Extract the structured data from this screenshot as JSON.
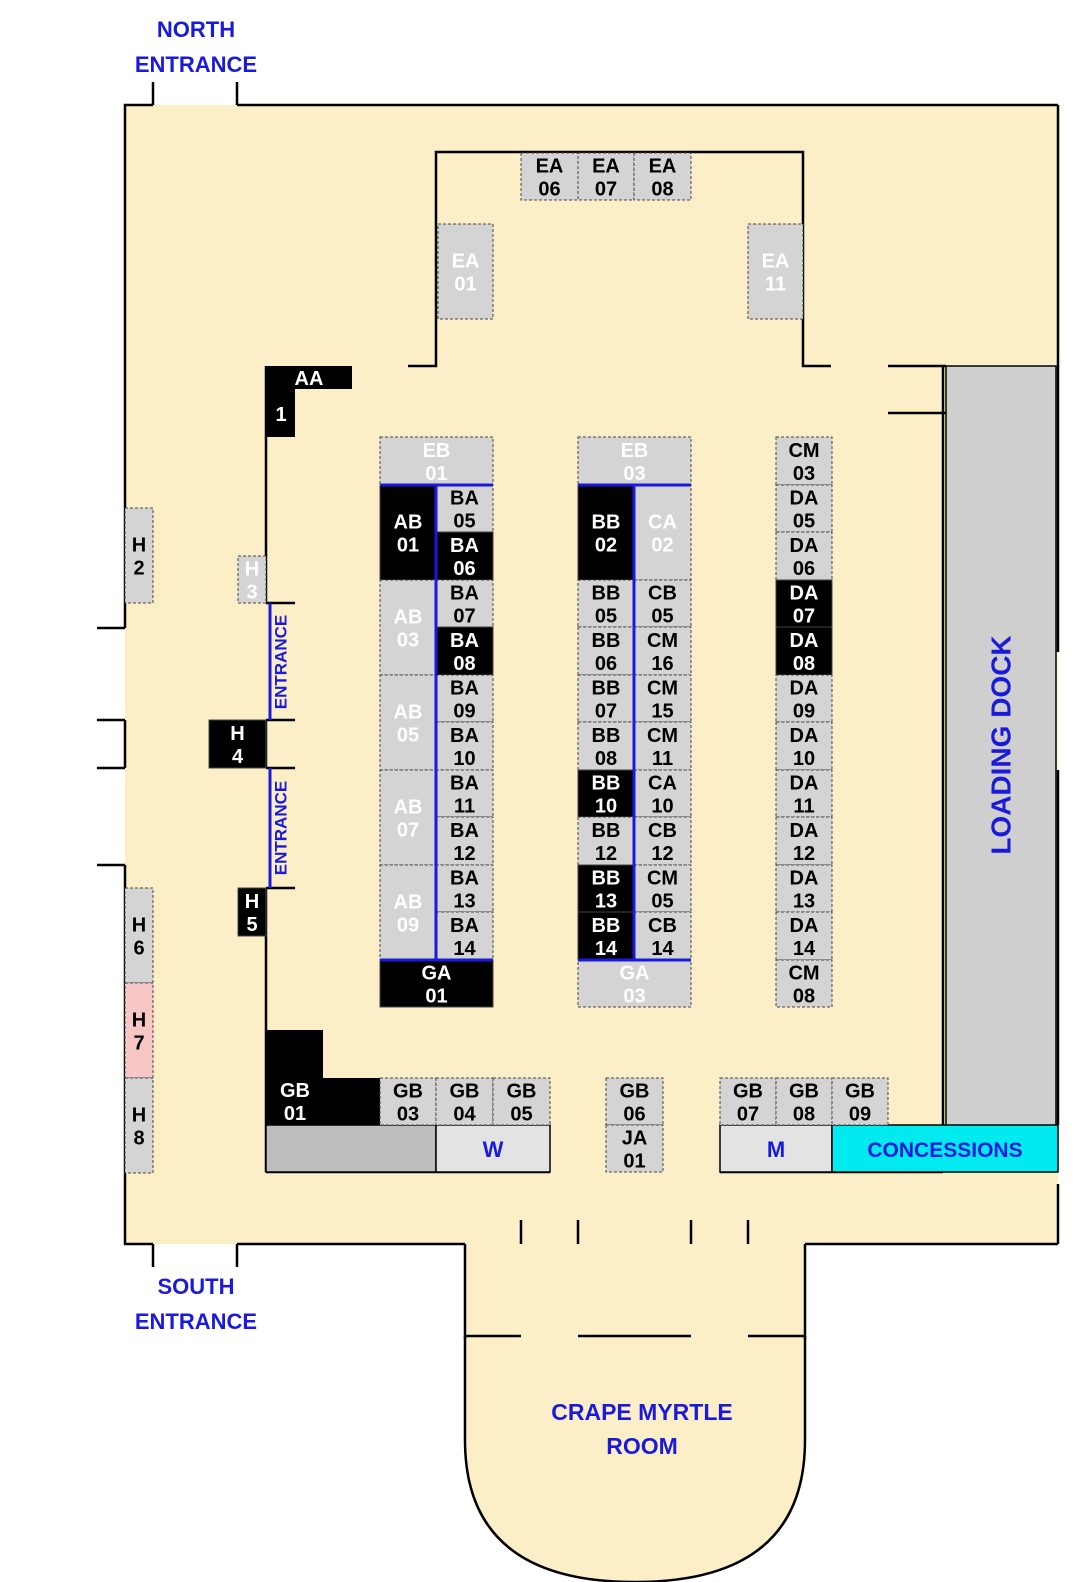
{
  "labels": {
    "north_entrance": [
      "NORTH",
      "ENTRANCE"
    ],
    "south_entrance": [
      "SOUTH",
      "ENTRANCE"
    ],
    "entrance_upper": "ENTRANCE",
    "entrance_lower": "ENTRANCE",
    "loading_dock": "LOADING DOCK",
    "concessions": "CONCESSIONS",
    "w": "W",
    "m": "M",
    "crape_myrtle": [
      "CRAPE MYRTLE",
      "ROOM"
    ]
  },
  "colors": {
    "floor": "#fcefc7",
    "booth_gray": "#d4d4d4",
    "booth_black": "#000000",
    "booth_pink": "#f7c6c6",
    "dock": "#cfcfcf",
    "concessions": "#00eaf0",
    "label_blue": "#1a1adb"
  },
  "booths": [
    {
      "id": "EA06",
      "lines": [
        "EA",
        "06"
      ],
      "style": "gray"
    },
    {
      "id": "EA07",
      "lines": [
        "EA",
        "07"
      ],
      "style": "gray"
    },
    {
      "id": "EA08",
      "lines": [
        "EA",
        "08"
      ],
      "style": "gray"
    },
    {
      "id": "EA01",
      "lines": [
        "EA",
        "01"
      ],
      "style": "gray-faded"
    },
    {
      "id": "EA11",
      "lines": [
        "EA",
        "11"
      ],
      "style": "gray-faded"
    },
    {
      "id": "AA1",
      "lines": [
        "AA",
        "1"
      ],
      "style": "black"
    },
    {
      "id": "EB01",
      "lines": [
        "EB",
        "01"
      ],
      "style": "gray-faded"
    },
    {
      "id": "EB03",
      "lines": [
        "EB",
        "03"
      ],
      "style": "gray-faded"
    },
    {
      "id": "CM03",
      "lines": [
        "CM",
        "03"
      ],
      "style": "gray"
    },
    {
      "id": "AB01",
      "lines": [
        "AB",
        "01"
      ],
      "style": "black"
    },
    {
      "id": "BA05",
      "lines": [
        "BA",
        "05"
      ],
      "style": "gray"
    },
    {
      "id": "BA06",
      "lines": [
        "BA",
        "06"
      ],
      "style": "black"
    },
    {
      "id": "AB03",
      "lines": [
        "AB",
        "03"
      ],
      "style": "gray-faded"
    },
    {
      "id": "BA07",
      "lines": [
        "BA",
        "07"
      ],
      "style": "gray"
    },
    {
      "id": "BA08",
      "lines": [
        "BA",
        "08"
      ],
      "style": "black"
    },
    {
      "id": "AB05",
      "lines": [
        "AB",
        "05"
      ],
      "style": "gray-faded"
    },
    {
      "id": "BA09",
      "lines": [
        "BA",
        "09"
      ],
      "style": "gray"
    },
    {
      "id": "BA10",
      "lines": [
        "BA",
        "10"
      ],
      "style": "gray"
    },
    {
      "id": "AB07",
      "lines": [
        "AB",
        "07"
      ],
      "style": "gray-faded"
    },
    {
      "id": "BA11",
      "lines": [
        "BA",
        "11"
      ],
      "style": "gray"
    },
    {
      "id": "BA12",
      "lines": [
        "BA",
        "12"
      ],
      "style": "gray"
    },
    {
      "id": "AB09",
      "lines": [
        "AB",
        "09"
      ],
      "style": "gray-faded"
    },
    {
      "id": "BA13",
      "lines": [
        "BA",
        "13"
      ],
      "style": "gray"
    },
    {
      "id": "BA14",
      "lines": [
        "BA",
        "14"
      ],
      "style": "gray"
    },
    {
      "id": "GA01",
      "lines": [
        "GA",
        "01"
      ],
      "style": "black"
    },
    {
      "id": "BB02",
      "lines": [
        "BB",
        "02"
      ],
      "style": "black"
    },
    {
      "id": "CA02",
      "lines": [
        "CA",
        "02"
      ],
      "style": "gray-faded"
    },
    {
      "id": "BB05",
      "lines": [
        "BB",
        "05"
      ],
      "style": "gray"
    },
    {
      "id": "CB05",
      "lines": [
        "CB",
        "05"
      ],
      "style": "gray"
    },
    {
      "id": "BB06",
      "lines": [
        "BB",
        "06"
      ],
      "style": "gray"
    },
    {
      "id": "CM16",
      "lines": [
        "CM",
        "16"
      ],
      "style": "gray"
    },
    {
      "id": "BB07",
      "lines": [
        "BB",
        "07"
      ],
      "style": "gray"
    },
    {
      "id": "CM15",
      "lines": [
        "CM",
        "15"
      ],
      "style": "gray"
    },
    {
      "id": "BB08",
      "lines": [
        "BB",
        "08"
      ],
      "style": "gray"
    },
    {
      "id": "CM11",
      "lines": [
        "CM",
        "11"
      ],
      "style": "gray"
    },
    {
      "id": "BB10",
      "lines": [
        "BB",
        "10"
      ],
      "style": "black"
    },
    {
      "id": "CA10",
      "lines": [
        "CA",
        "10"
      ],
      "style": "gray"
    },
    {
      "id": "BB12",
      "lines": [
        "BB",
        "12"
      ],
      "style": "gray"
    },
    {
      "id": "CB12",
      "lines": [
        "CB",
        "12"
      ],
      "style": "gray"
    },
    {
      "id": "BB13",
      "lines": [
        "BB",
        "13"
      ],
      "style": "black"
    },
    {
      "id": "CM05",
      "lines": [
        "CM",
        "05"
      ],
      "style": "gray"
    },
    {
      "id": "BB14",
      "lines": [
        "BB",
        "14"
      ],
      "style": "black"
    },
    {
      "id": "CB14",
      "lines": [
        "CB",
        "14"
      ],
      "style": "gray"
    },
    {
      "id": "GA03",
      "lines": [
        "GA",
        "03"
      ],
      "style": "gray-faded"
    },
    {
      "id": "DA05",
      "lines": [
        "DA",
        "05"
      ],
      "style": "gray"
    },
    {
      "id": "DA06",
      "lines": [
        "DA",
        "06"
      ],
      "style": "gray"
    },
    {
      "id": "DA07",
      "lines": [
        "DA",
        "07"
      ],
      "style": "black"
    },
    {
      "id": "DA08",
      "lines": [
        "DA",
        "08"
      ],
      "style": "black"
    },
    {
      "id": "DA09",
      "lines": [
        "DA",
        "09"
      ],
      "style": "gray"
    },
    {
      "id": "DA10",
      "lines": [
        "DA",
        "10"
      ],
      "style": "gray"
    },
    {
      "id": "DA11",
      "lines": [
        "DA",
        "11"
      ],
      "style": "gray"
    },
    {
      "id": "DA12",
      "lines": [
        "DA",
        "12"
      ],
      "style": "gray"
    },
    {
      "id": "DA13",
      "lines": [
        "DA",
        "13"
      ],
      "style": "gray"
    },
    {
      "id": "DA14",
      "lines": [
        "DA",
        "14"
      ],
      "style": "gray"
    },
    {
      "id": "CM08",
      "lines": [
        "CM",
        "08"
      ],
      "style": "gray"
    },
    {
      "id": "H2",
      "lines": [
        "H",
        "2"
      ],
      "style": "gray"
    },
    {
      "id": "H3",
      "lines": [
        "H",
        "3"
      ],
      "style": "gray-faded"
    },
    {
      "id": "H4",
      "lines": [
        "H",
        "4"
      ],
      "style": "black"
    },
    {
      "id": "H5",
      "lines": [
        "H",
        "5"
      ],
      "style": "black"
    },
    {
      "id": "H6",
      "lines": [
        "H",
        "6"
      ],
      "style": "gray"
    },
    {
      "id": "H7",
      "lines": [
        "H",
        "7"
      ],
      "style": "pink"
    },
    {
      "id": "H8",
      "lines": [
        "H",
        "8"
      ],
      "style": "gray"
    },
    {
      "id": "GB01",
      "lines": [
        "GB",
        "01"
      ],
      "style": "black"
    },
    {
      "id": "GB03",
      "lines": [
        "GB",
        "03"
      ],
      "style": "gray"
    },
    {
      "id": "GB04",
      "lines": [
        "GB",
        "04"
      ],
      "style": "gray"
    },
    {
      "id": "GB05",
      "lines": [
        "GB",
        "05"
      ],
      "style": "gray"
    },
    {
      "id": "GB06",
      "lines": [
        "GB",
        "06"
      ],
      "style": "gray"
    },
    {
      "id": "JA01",
      "lines": [
        "JA",
        "01"
      ],
      "style": "gray"
    },
    {
      "id": "GB07",
      "lines": [
        "GB",
        "07"
      ],
      "style": "gray"
    },
    {
      "id": "GB08",
      "lines": [
        "GB",
        "08"
      ],
      "style": "gray"
    },
    {
      "id": "GB09",
      "lines": [
        "GB",
        "09"
      ],
      "style": "gray"
    }
  ]
}
